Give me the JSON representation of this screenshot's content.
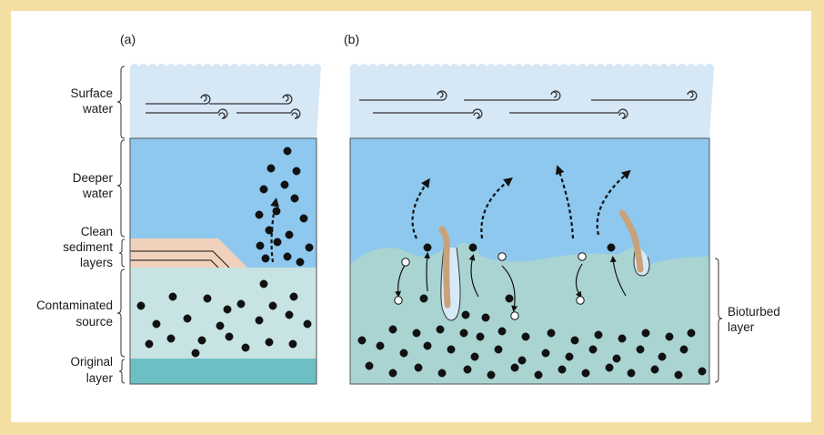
{
  "panels": {
    "a_label": "(a)",
    "b_label": "(b)"
  },
  "left_labels": {
    "surface_water": [
      "Surface",
      "water"
    ],
    "deeper_water": [
      "Deeper",
      "water"
    ],
    "clean_sediment": [
      "Clean",
      "sediment",
      "layers"
    ],
    "contaminated_source": [
      "Contaminated",
      "source"
    ],
    "original_layer": [
      "Original",
      "layer"
    ]
  },
  "right_labels": {
    "bioturbed_layer": [
      "Bioturbed",
      "layer"
    ]
  },
  "colors": {
    "frame_border": "#f3dfa3",
    "surface_water": "#d6e7f6",
    "deeper_water": "#8ec8ee",
    "clean_sediment": "#f0d2bc",
    "contaminated_source": "#c8e3e3",
    "original_layer": "#6cc0c3",
    "bioturbed_sediment": "#a9d4d1",
    "worm": "#c9a27a",
    "particle": "#111111"
  }
}
